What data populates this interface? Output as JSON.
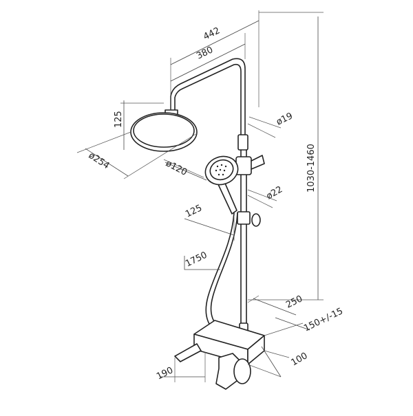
{
  "diagram": {
    "colors": {
      "line": "#222222",
      "background": "#ffffff"
    },
    "dimensions": {
      "total_width": "442",
      "arm_length": "380",
      "head_height": "125",
      "rain_diameter": "ø254",
      "pipe_diameter": "ø19",
      "hand_diameter": "ø120",
      "rail_diameter": "ø22",
      "hand_offset": "125",
      "hose_length": "1750",
      "height_range": "1030-1460",
      "shelf_depth": "250",
      "center_distance": "150+/-15",
      "shelf_height": "100",
      "spout_length": "190"
    }
  }
}
